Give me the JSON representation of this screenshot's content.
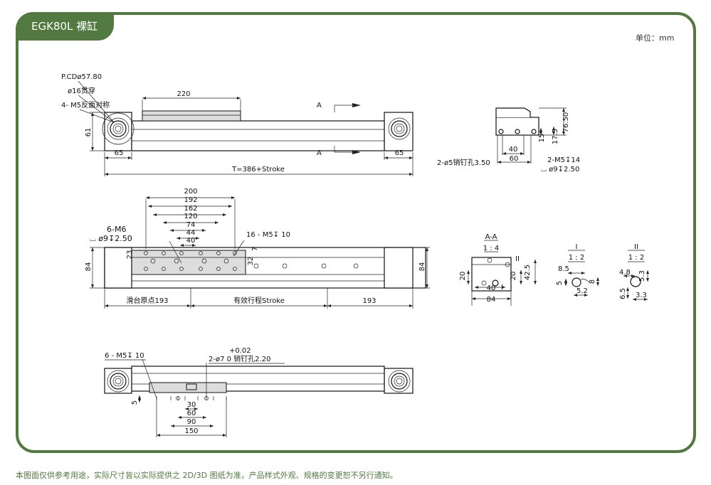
{
  "header": {
    "title": "EGK80L 裸缸",
    "unit": "单位：mm"
  },
  "footer": {
    "note": "本图面仅供参考用途，实际尺寸皆以实际提供之 2D/3D 图纸为准，产品样式外观、规格的变更恕不另行通知。"
  },
  "top_view": {
    "callouts": [
      "P.CDø57.80",
      "ø16贯穿",
      "4- M5反面对称"
    ],
    "dims": {
      "carriage": "220",
      "height": "61",
      "left_end": "65",
      "right_end": "65",
      "total": "T=386+Stroke"
    },
    "section_marks": [
      "A",
      "A"
    ]
  },
  "side_view": {
    "dims": {
      "height": "76.50",
      "h17": "17.5",
      "h15": "15",
      "w40": "40",
      "w60": "60"
    },
    "callouts": [
      "2-ø5销钉孔3.50",
      "2-M5↧14",
      "⌴ ø9↧2.50"
    ]
  },
  "plan_view": {
    "dims": {
      "d200": "200",
      "d192": "192",
      "d162": "162",
      "d120": "120",
      "d74": "74",
      "d44": "44",
      "d40": "40",
      "h84_left": "84",
      "h84_right": "84",
      "d23": "23",
      "d32": "32",
      "d7": "7",
      "origin": "滑台原点193",
      "stroke": "有效行程Stroke",
      "end": "193"
    },
    "callouts": [
      "6-M6",
      "⌴ ø9↧2.50",
      "16 - M5↧ 10"
    ]
  },
  "sections": {
    "aa": {
      "title": "A-A",
      "scale": "1 : 4",
      "dims": [
        "20",
        "20",
        "42.5",
        "40",
        "84"
      ],
      "marks": [
        "II",
        "I"
      ]
    },
    "detail1": {
      "title": "I",
      "scale": "1 : 2",
      "dims": [
        "8.5",
        "5",
        "8",
        "5.2"
      ]
    },
    "detail2": {
      "title": "II",
      "scale": "1 : 2",
      "dims": [
        "4.8",
        "5.3",
        "6.5",
        "3.3"
      ]
    }
  },
  "bottom_view": {
    "callouts": [
      "6 - M5↧ 10",
      "+0.02",
      "2-ø7  0   销钉孔2.20"
    ],
    "dims": {
      "d5": "5",
      "d30": "30",
      "d60": "60",
      "d90": "90",
      "d150": "150"
    }
  }
}
